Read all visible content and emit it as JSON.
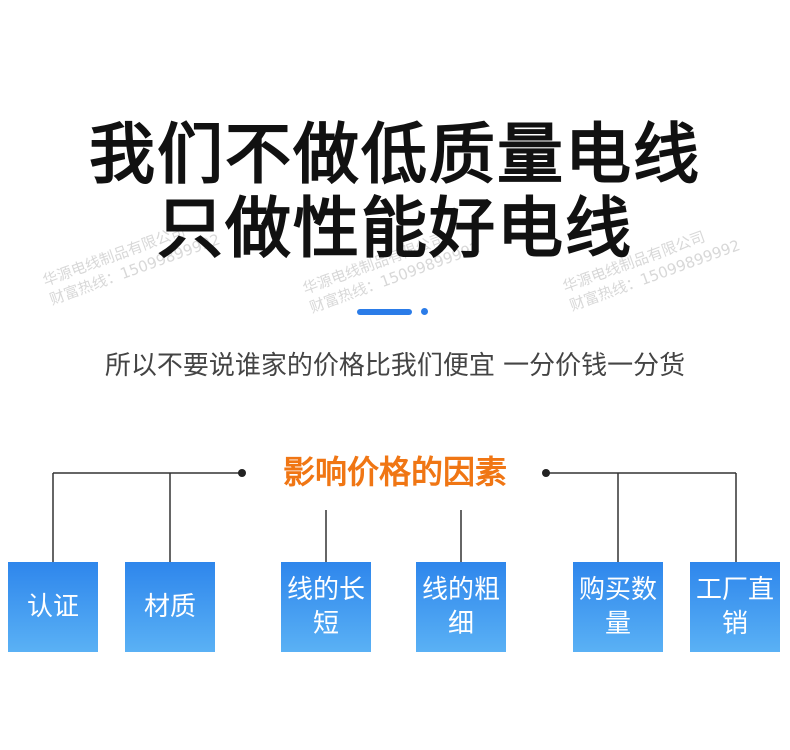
{
  "headline": {
    "line1": "我们不做低质量电线",
    "line2": "只做性能好电线"
  },
  "subtitle": "所以不要说谁家的价格比我们便宜 一分价钱一分货",
  "factors": {
    "title": "影响价格的因素",
    "items": [
      {
        "label": "认证"
      },
      {
        "label": "材质"
      },
      {
        "label": "线的长短"
      },
      {
        "label": "线的粗细"
      },
      {
        "label": "购买数量"
      },
      {
        "label": "工厂直销"
      }
    ]
  },
  "watermarks": [
    {
      "line1": "华源电线制品有限公司",
      "line2": "财富热线：15099899992"
    },
    {
      "line1": "华源电线制品有限公司",
      "line2": "财富热线：15099899992"
    },
    {
      "line1": "华源电线制品有限公司",
      "line2": "财富热线：15099899992"
    }
  ],
  "colors": {
    "accent_blue": "#2b7ce8",
    "accent_orange": "#f07614",
    "box_gradient_top": "#2e86ec",
    "box_gradient_bottom": "#5ab1f5"
  }
}
